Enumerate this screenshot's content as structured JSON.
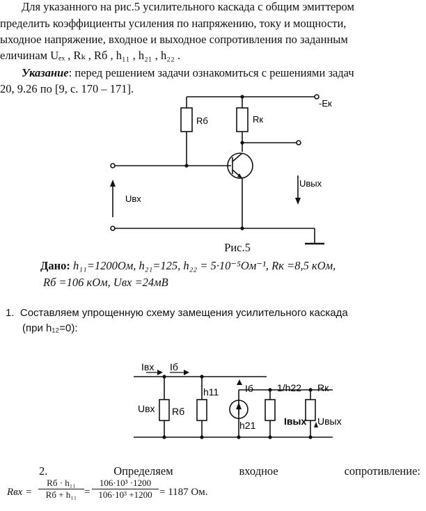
{
  "problem": {
    "line1": "Для указанного на рис.5 усилительного каскада с общим эмиттером",
    "line2": "пределить коэффициенты усиления по напряжению, току и мощности,",
    "line3": "ыходное напряжение, входное и выходное сопротивления по заданным",
    "line4": "еличинам Uₑₓ , Rₖ , Rб , h₁₁ , h₂₁ , h₂₂ ."
  },
  "hint": {
    "label": "Указание",
    "text": ": перед решением задачи ознакомиться с решениями задач",
    "line2": "20, 9.26 по [9, с. 170 – 171]."
  },
  "figure1": {
    "r_b": "Rб",
    "r_k": "Rк",
    "supply": "-Eк",
    "u_in": "Uвх",
    "u_out": "Uвых",
    "caption": "Рис.5"
  },
  "given": {
    "label": "Дано:",
    "line1": "h₁₁=1200Ом, h₂₁=125,  h₂₂ = 5·10⁻⁵Ом⁻¹,  Rк =8,5 кОм,",
    "line2": "Rб =106 кОм, Uвх =24мВ"
  },
  "step1": {
    "number": "1.",
    "line1": "Составляем упрощенную схему замещения усилительного каскада",
    "line2": "(при h₁₂=0):"
  },
  "figure2": {
    "i_in": "Iвх",
    "i_b": "Iб",
    "h11": "h11",
    "u_in": "Uвх",
    "r_b": "Rб",
    "i_b2": "Iб",
    "h21": "h21",
    "inv_h22": "1/h22",
    "r_k": "Rк",
    "i_out": "Iвых",
    "u_out": "Uвых"
  },
  "step2": {
    "number": "2.",
    "word1": "Определяем",
    "word2": "входное",
    "word3": "сопротивление:"
  },
  "formula": {
    "lhs": "Rвх =",
    "f1_num": "Rб · h₁₁",
    "f1_den": "Rб + h₁₁",
    "eq": "=",
    "f2_num": "106·10³ ·1200",
    "f2_den": "106·10³ +1200",
    "result": "= 1187 Ом."
  }
}
